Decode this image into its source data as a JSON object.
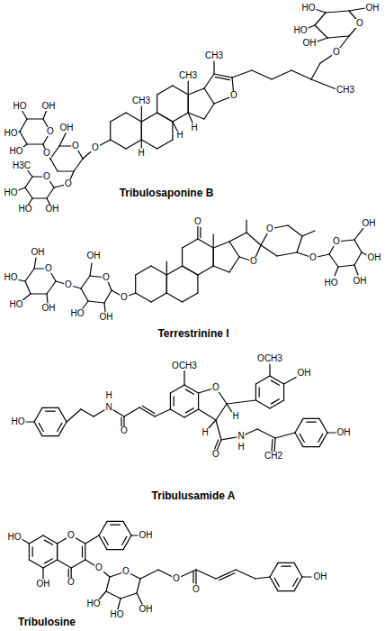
{
  "diagram": {
    "labels": [
      "OH",
      "HO",
      "HO",
      "OH",
      "O",
      "O",
      "CH3",
      "CH3",
      "O",
      "CH3",
      "CH3",
      "H",
      "H",
      "H",
      "O",
      "O",
      "OH",
      "O",
      "O",
      "OH",
      "HO",
      "HO",
      "HO",
      "O",
      "O",
      "H3C",
      "HO",
      "HO",
      "OH",
      "Tribulosaponine B",
      "OH",
      "O",
      "HO",
      "HO",
      "OH",
      "O",
      "OH",
      "O",
      "HO",
      "OH",
      "O",
      "O",
      "O",
      "O",
      "O",
      "O",
      "OH",
      "OH",
      "OH",
      "HO",
      "Terrestrinine I",
      "OCH3",
      "OCH3",
      "OH",
      "O",
      "H",
      "H",
      "HO",
      "H",
      "N",
      "O",
      "O",
      "N",
      "H",
      "CH2",
      "OH",
      "Tribulusamide A",
      "HO",
      "O",
      "OH",
      "OH",
      "O",
      "O",
      "O",
      "HO",
      "HO",
      "OH",
      "O",
      "O",
      "OH",
      "Tribulosine"
    ]
  }
}
